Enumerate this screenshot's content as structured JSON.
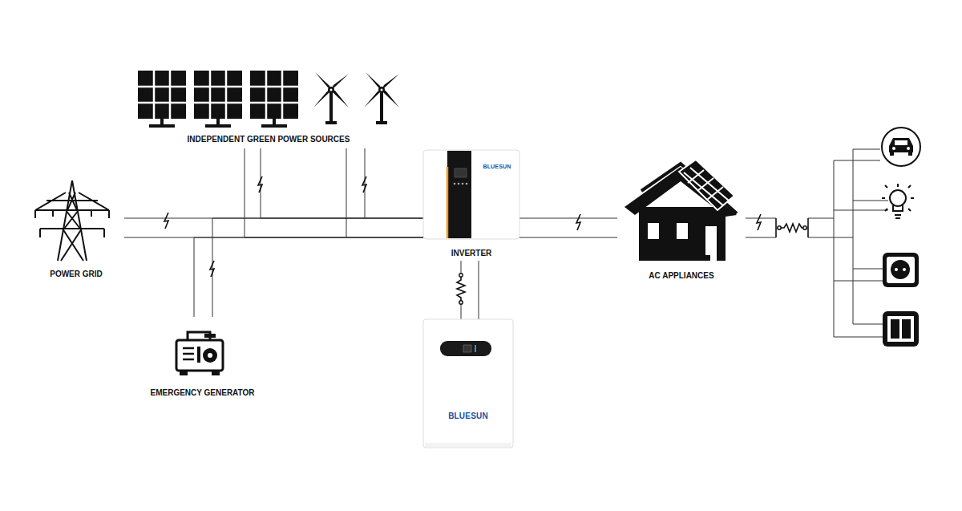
{
  "diagram": {
    "nodes": [
      {
        "text": [
          "INDEPENDENT GREEN POWER SOURCES"
        ]
      },
      {
        "text": [
          "POWER GRID"
        ]
      },
      {
        "text": [
          "BLUESUN",
          "INVERTER"
        ]
      },
      {
        "text": [
          "AC APPLIANCES"
        ]
      },
      {
        "text": [
          "BLUESUN"
        ]
      },
      {
        "text": [
          "EMERGENCY GENERATOR"
        ]
      }
    ],
    "edges": [
      {
        "from": 1,
        "to": 2,
        "arrow": "none"
      },
      {
        "from": 0,
        "to": 2,
        "arrow": "none"
      },
      {
        "from": 2,
        "to": 3,
        "arrow": "none"
      },
      {
        "from": 2,
        "to": 4,
        "arrow": "none"
      },
      {
        "from": 5,
        "to": 2,
        "arrow": "none"
      }
    ]
  }
}
